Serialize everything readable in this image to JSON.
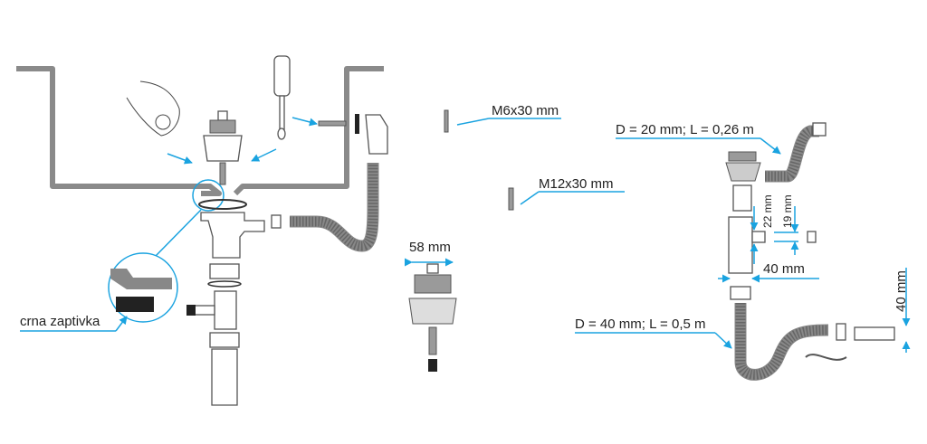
{
  "labels": {
    "seal": "crna zaptivka",
    "screw_small": "M6x30 mm",
    "screw_large": "M12x30 mm",
    "strainer_diameter": "58 mm",
    "overflow_hose": "D = 20 mm; L = 0,26 m",
    "dim_22": "22 mm",
    "dim_19": "19 mm",
    "dim_40_horizontal": "40 mm",
    "dim_40_vertical": "40 mm",
    "drain_hose": "D = 40 mm; L = 0,5 m"
  },
  "colors": {
    "accent": "#1aa3e0",
    "sink": "#8a8a8a"
  }
}
